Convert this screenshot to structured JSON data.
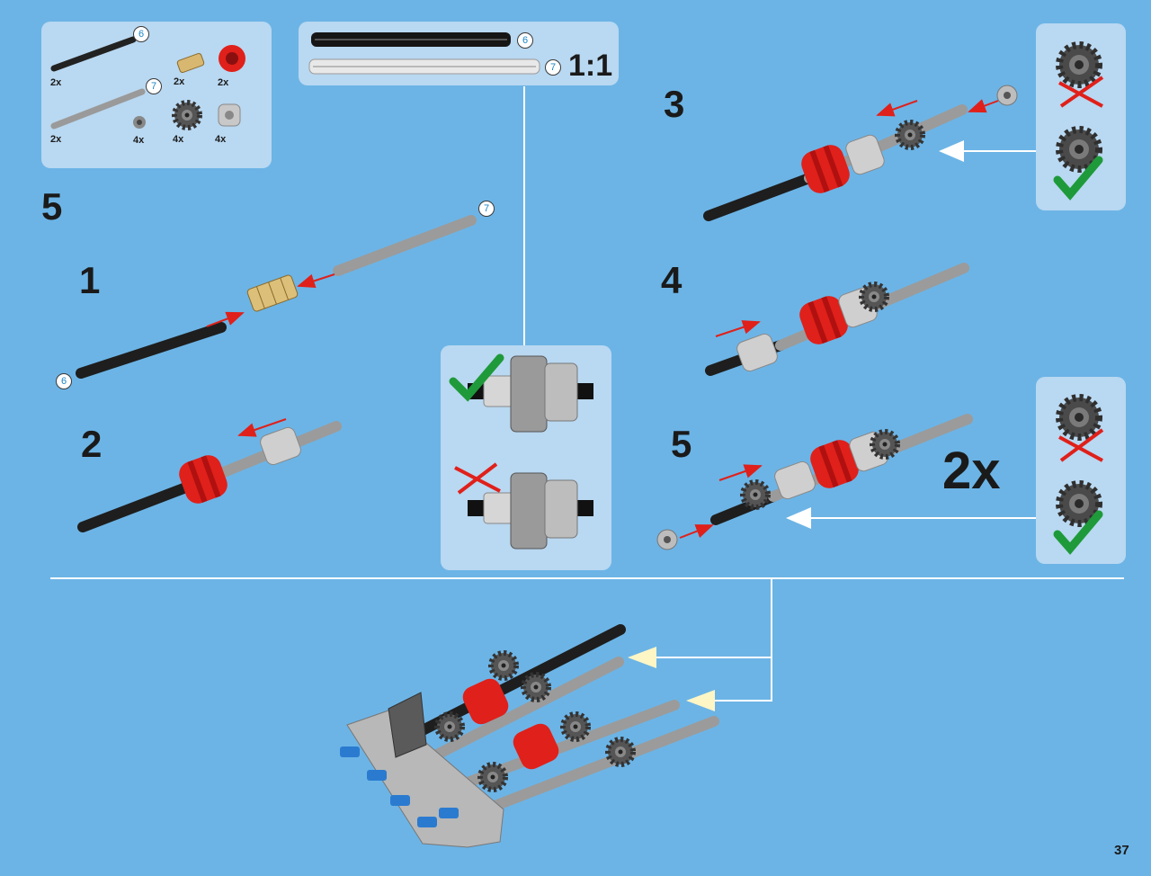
{
  "page": {
    "number": "37"
  },
  "parts_panel": {
    "items": [
      {
        "badge": "6",
        "qty": "2x"
      },
      {
        "qty": "2x"
      },
      {
        "qty": "2x"
      },
      {
        "badge": "7",
        "qty": "2x"
      },
      {
        "qty": "4x"
      },
      {
        "qty": "4x"
      },
      {
        "qty": "4x"
      }
    ]
  },
  "scale_panel": {
    "badge_a": "6",
    "badge_b": "7",
    "scale": "1:1"
  },
  "main_step": "5",
  "sub_steps": {
    "s1": "1",
    "s2": "2",
    "s3": "3",
    "s4": "4",
    "s5": "5"
  },
  "step1_badges": {
    "top": "7",
    "bottom": "6"
  },
  "multiplier": "2x",
  "colors": {
    "background": "#6cb4e6",
    "panel": "#b9d8f1",
    "red_part": "#e0201a",
    "check": "#1e9a3a",
    "cross": "#e0201a"
  }
}
